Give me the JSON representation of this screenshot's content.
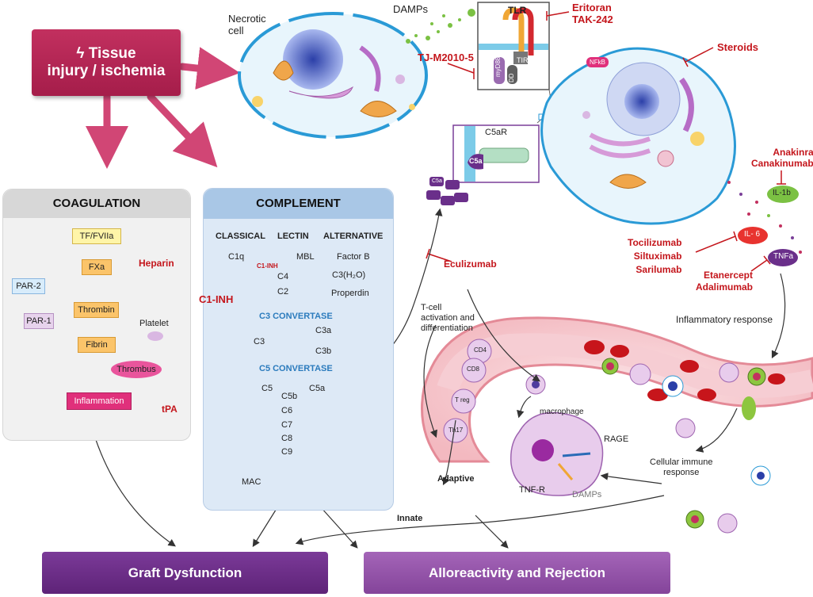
{
  "tissue": {
    "line1": "Tissue",
    "line2": "injury / ischemia"
  },
  "necrotic_cell": {
    "line1": "Necrotic",
    "line2": "cell"
  },
  "damps_top": "DAMPs",
  "tlr": {
    "label": "TLR",
    "tir": "TIR",
    "myd88": "myD88",
    "dd": "DD"
  },
  "c5ar": {
    "label": "C5aR",
    "ligand": "C5a",
    "free_ligand": "C5a"
  },
  "nfkb": "NFkB",
  "drugs": {
    "eritoran": "Eritoran",
    "tak242": "TAK-242",
    "tjm": "TJ-M2010-5",
    "steroids": "Steroids",
    "anakinra": "Anakinra",
    "canakinumab": "Canakinumab",
    "tocilizumab": "Tocilizumab",
    "siltuximab": "Siltuximab",
    "sarilumab": "Sarilumab",
    "etanercept": "Etanercept",
    "adalimumab": "Adalimumab",
    "eculizumab": "Eculizumab",
    "heparin": "Heparin",
    "c1inh_big": "C1-INH",
    "c1inh_small": "C1-INH",
    "tpa": "tPA"
  },
  "cytokines": {
    "il1b": "IL-1b",
    "il6": "IL- 6",
    "tnfa": "TNFa"
  },
  "coagulation": {
    "title": "COAGULATION",
    "tf": "TF/FVIIa",
    "fxa": "FXa",
    "par2": "PAR-2",
    "thrombin": "Thrombin",
    "par1": "PAR-1",
    "platelet": "Platelet",
    "fibrin": "Fibrin",
    "thrombus": "Thrombus",
    "inflammation": "Inflammation"
  },
  "complement": {
    "title": "COMPLEMENT",
    "classical": "CLASSICAL",
    "lectin": "LECTIN",
    "alternative": "ALTERNATIVE",
    "c1q": "C1q",
    "mbl": "MBL",
    "c4": "C4",
    "c2": "C2",
    "factor_b": "Factor B",
    "c3h2o": "C3(H₂O)",
    "properdin": "Properdin",
    "c3_convertase": "C3 CONVERTASE",
    "c3": "C3",
    "c3a": "C3a",
    "c3b": "C3b",
    "c5_convertase": "C5 CONVERTASE",
    "c5": "C5",
    "c5a": "C5a",
    "c5b": "C5b",
    "c6": "C6",
    "c7": "C7",
    "c8": "C8",
    "c9": "C9",
    "mac": "MAC"
  },
  "tcell": {
    "line1": "T-cell",
    "line2": "activation and",
    "line3": "differentiation"
  },
  "cells": {
    "cd4": "CD4",
    "cd8": "CD8",
    "treg": "T reg",
    "th17": "Th17",
    "macrophage": "macrophage"
  },
  "rage": "RAGE",
  "tnfr": "TNF-R",
  "damps_bottom": "DAMPs",
  "inflammatory_response": "Inflammatory response",
  "cellular_immune": {
    "line1": "Cellular immune",
    "line2": "response"
  },
  "adaptive": "Adaptive",
  "innate": "Innate",
  "outcomes": {
    "graft": "Graft Dysfunction",
    "allo": "Alloreactivity and Rejection"
  }
}
